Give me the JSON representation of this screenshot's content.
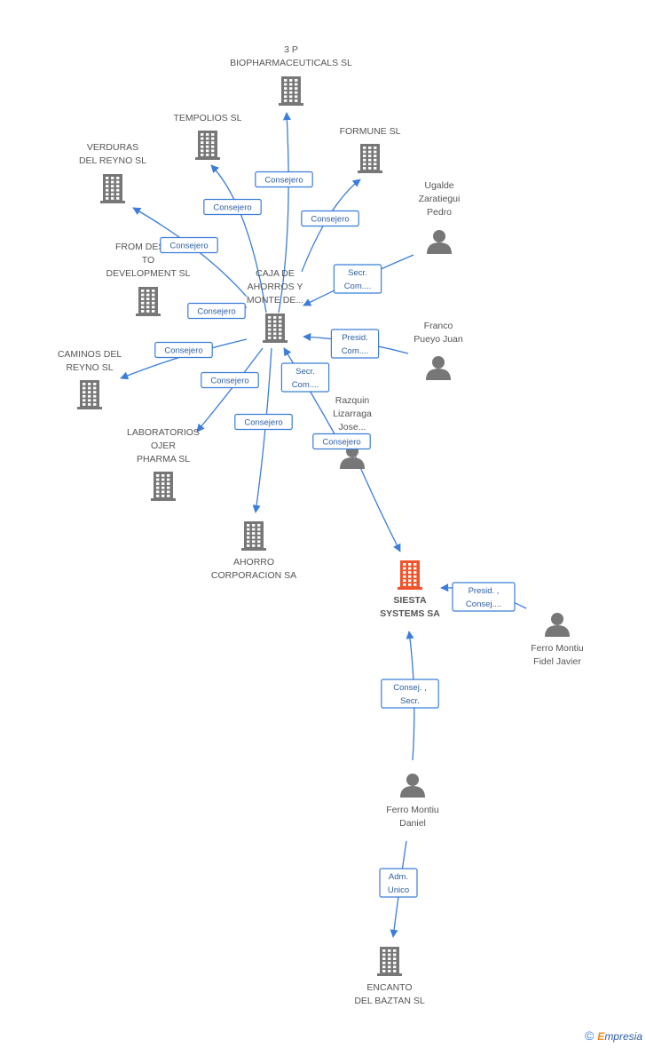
{
  "colors": {
    "edge": "#3b7dd8",
    "company_icon": "#777777",
    "main_company_icon": "#f0532a",
    "person_icon": "#777777",
    "label_text": "#555555"
  },
  "nodes": [
    {
      "id": "3p",
      "kind": "company",
      "label": [
        "3 P",
        "BIOPHARMACEUTICALS SL"
      ]
    },
    {
      "id": "tempolios",
      "kind": "company",
      "label": [
        "TEMPOLIOS SL"
      ]
    },
    {
      "id": "formune",
      "kind": "company",
      "label": [
        "FORMUNE SL"
      ]
    },
    {
      "id": "verduras",
      "kind": "company",
      "label": [
        "VERDURAS",
        "DEL REYNO SL"
      ]
    },
    {
      "id": "fromdesign",
      "kind": "company",
      "label": [
        "FROM DESIGN",
        "TO",
        "DEVELOPMENT SL"
      ]
    },
    {
      "id": "caja",
      "kind": "company",
      "label": [
        "CAJA DE",
        "AHORROS Y",
        "MONTE DE..."
      ]
    },
    {
      "id": "caminos",
      "kind": "company",
      "label": [
        "CAMINOS DEL",
        "REYNO SL"
      ]
    },
    {
      "id": "laboratorios",
      "kind": "company",
      "label": [
        "LABORATORIOS",
        "OJER",
        "PHARMA SL"
      ]
    },
    {
      "id": "ahorro",
      "kind": "company",
      "label": [
        "AHORRO",
        "CORPORACION SA"
      ]
    },
    {
      "id": "siesta",
      "kind": "main",
      "label": [
        "SIESTA",
        "SYSTEMS SA"
      ]
    },
    {
      "id": "encanto",
      "kind": "company",
      "label": [
        "ENCANTO",
        "DEL BAZTAN SL"
      ]
    },
    {
      "id": "ugalde",
      "kind": "person",
      "label": [
        "Ugalde",
        "Zaratiegui",
        "Pedro"
      ]
    },
    {
      "id": "franco",
      "kind": "person",
      "label": [
        "Franco",
        "Pueyo Juan"
      ]
    },
    {
      "id": "razquin",
      "kind": "person",
      "label": [
        "Razquin",
        "Lizarraga",
        "Jose..."
      ]
    },
    {
      "id": "ferrofidel",
      "kind": "person",
      "label": [
        "Ferro Montiu",
        "Fidel Javier"
      ]
    },
    {
      "id": "ferrodaniel",
      "kind": "person",
      "label": [
        "Ferro Montiu",
        "Daniel"
      ]
    }
  ],
  "edges": [
    {
      "from": "caja",
      "to": "3p",
      "label": [
        "Consejero"
      ]
    },
    {
      "from": "caja",
      "to": "tempolios",
      "label": [
        "Consejero"
      ]
    },
    {
      "from": "caja",
      "to": "formune",
      "label": [
        "Consejero"
      ]
    },
    {
      "from": "caja",
      "to": "verduras",
      "label": [
        "Consejero"
      ]
    },
    {
      "from": "caja",
      "to": "fromdesign",
      "label": [
        "Consejero"
      ]
    },
    {
      "from": "caja",
      "to": "caminos",
      "label": [
        "Consejero"
      ]
    },
    {
      "from": "caja",
      "to": "laboratorios",
      "label": [
        "Consejero"
      ]
    },
    {
      "from": "caja",
      "to": "ahorro",
      "label": [
        "Consejero"
      ]
    },
    {
      "from": "ugalde",
      "to": "caja",
      "label": [
        "Secr.",
        "Com...."
      ]
    },
    {
      "from": "franco",
      "to": "caja",
      "label": [
        "Presid.",
        "Com...."
      ]
    },
    {
      "from": "razquin",
      "to": "caja",
      "label": [
        "Secr.",
        "Com...."
      ]
    },
    {
      "from": "razquin",
      "to": "siesta",
      "label": [
        "Consejero"
      ]
    },
    {
      "from": "ferrofidel",
      "to": "siesta",
      "label": [
        "Presid. ,",
        "Consej...."
      ]
    },
    {
      "from": "ferrodaniel",
      "to": "siesta",
      "label": [
        "Consej. ,",
        "Secr."
      ]
    },
    {
      "from": "ferrodaniel",
      "to": "encanto",
      "label": [
        "Adm.",
        "Unico"
      ]
    }
  ],
  "footer": {
    "symbol": "©",
    "brand_initial": "E",
    "brand_rest": "mpresia"
  }
}
